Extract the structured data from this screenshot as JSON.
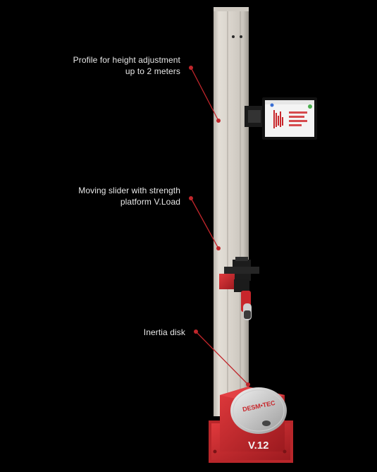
{
  "annotations": [
    {
      "id": "profile",
      "lines": [
        "Profile for height adjustment",
        "up to 2 meters"
      ]
    },
    {
      "id": "slider",
      "lines": [
        "Moving slider with strength",
        "platform V.Load"
      ]
    },
    {
      "id": "disk",
      "lines": [
        "Inertia disk"
      ]
    }
  ],
  "device": {
    "brand": "DESM•TEC",
    "model": "V.12"
  },
  "colors": {
    "background": "#000000",
    "accent_red": "#c8262b",
    "column": "#d9d4cc",
    "leader_line": "#c0262b"
  }
}
